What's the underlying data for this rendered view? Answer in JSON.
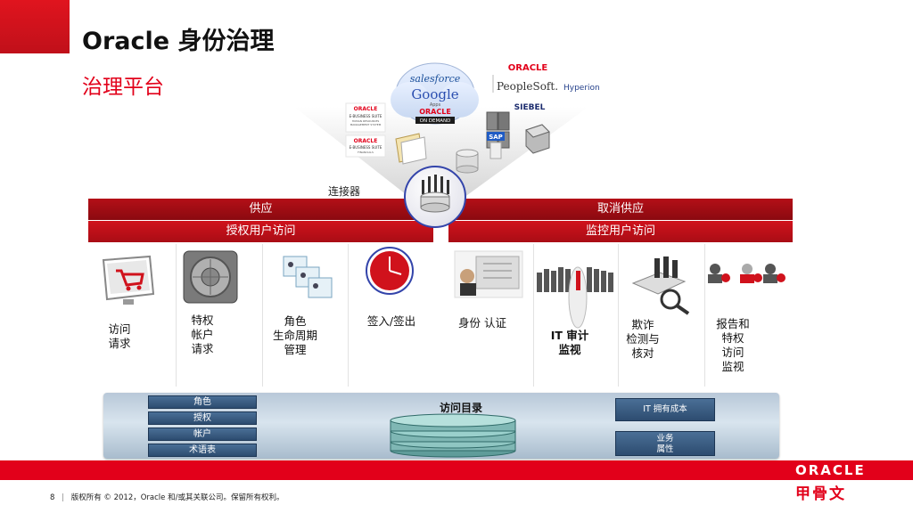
{
  "slide": {
    "title": "Oracle 身份治理",
    "subtitle": "治理平台",
    "connector_label": "连接器"
  },
  "logos": {
    "salesforce": "salesforce",
    "google": "Google",
    "google_sub": "Apps",
    "oracle_on_demand": "ORACLE",
    "on_demand": "ON DEMAND",
    "oracle_top": "ORACLE",
    "peoplesoft": "PeopleSoft.",
    "hyperion": "Hyperion",
    "siebel": "SIEBEL",
    "oracle_ebs_1": "ORACLE",
    "ebs_1_line1": "E-BUSINESS SUITE",
    "ebs_1_line2": "HUMAN RESOURCES",
    "ebs_1_line3": "MANAGEMENT SYSTEM",
    "oracle_ebs_2": "ORACLE",
    "ebs_2_line1": "E-BUSINESS SUITE",
    "ebs_2_line2": "FINANCIALS",
    "sap": "SAP"
  },
  "bands": {
    "provisioning": "供应",
    "authorize_access": "授权用户访问",
    "deprovisioning": "取消供应",
    "monitor_access": "监控用户访问"
  },
  "columns": [
    {
      "label": "访问\n请求"
    },
    {
      "label": "特权\n帐户\n请求"
    },
    {
      "label": "角色\n生命周期\n管理"
    },
    {
      "label": "签入/签出"
    },
    {
      "label": "身份 认证"
    },
    {
      "label": "IT 审计\n监视"
    },
    {
      "label": "欺诈\n检测与\n核对"
    },
    {
      "label": "报告和\n特权\n访问\n监视"
    }
  ],
  "platform": {
    "directory_label": "访问目录",
    "left_tags": [
      "角色",
      "授权",
      "帐户",
      "术语表"
    ],
    "it_cost": "IT 拥有成本",
    "business_attrs": "业务\n属性"
  },
  "footer": {
    "page_number": "8",
    "copyright": "版权所有 © 2012，Oracle 和/或其关联公司。保留所有权利。",
    "oracle_logo": "ORACLE",
    "cn_logo": "甲骨文"
  },
  "colors": {
    "brand_red": "#e2001a",
    "band_dark": "#8a0a10",
    "tag_blue": "#2d4c70"
  }
}
